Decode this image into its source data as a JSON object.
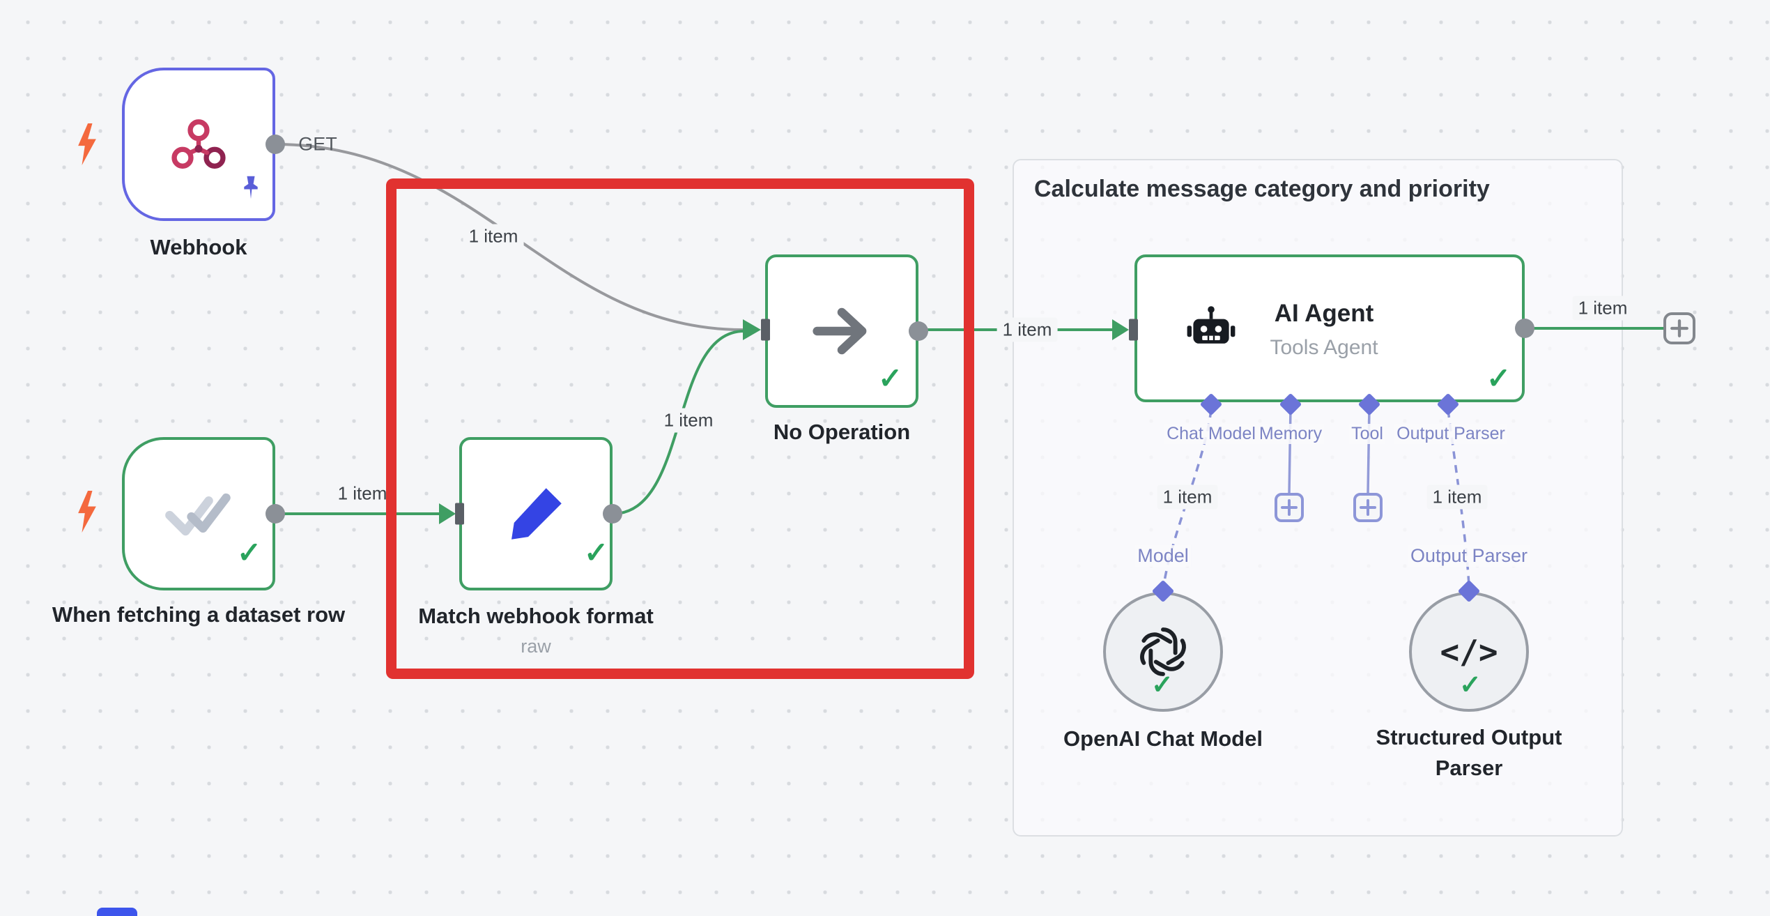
{
  "group": {
    "title": "Calculate message category and priority"
  },
  "nodes": {
    "webhook": {
      "label": "Webhook",
      "method": "GET"
    },
    "dataset_trigger": {
      "label": "When fetching a dataset row"
    },
    "match_webhook_format": {
      "label": "Match webhook format",
      "sublabel": "raw"
    },
    "no_operation": {
      "label": "No Operation"
    },
    "ai_agent": {
      "label": "AI Agent",
      "sublabel": "Tools Agent"
    },
    "openai_chat_model": {
      "label": "OpenAI Chat Model",
      "port_label": "Model"
    },
    "structured_output_parser": {
      "label": "Structured Output Parser",
      "port_label": "Output Parser"
    }
  },
  "agent_ports": {
    "chat_model": "Chat Model",
    "memory": "Memory",
    "tool": "Tool",
    "output_parser": "Output Parser"
  },
  "connections": {
    "webhook_to_noop": "1 item",
    "dataset_to_match": "1 item",
    "match_to_noop": "1 item",
    "noop_to_agent": "1 item",
    "agent_output": "1 item",
    "agent_to_model": "1 item",
    "agent_to_parser": "1 item"
  },
  "icons": {
    "check_glyph": "✓",
    "code_glyph": "</>"
  },
  "colors": {
    "success_green": "#3f9e63",
    "connector_gray": "#98999d",
    "port_indigo": "#6b74d8",
    "annotation_red": "#e13230",
    "trigger_orange": "#f4693e",
    "webhook_pink": "#c73a63",
    "pencil_blue": "#3444e4",
    "webhook_border": "#6466e3"
  }
}
